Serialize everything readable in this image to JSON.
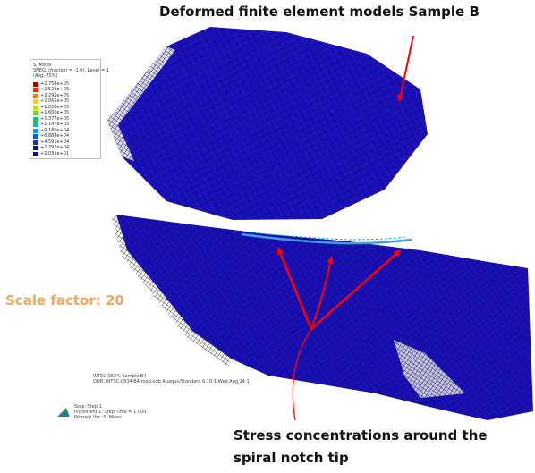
{
  "title": "Deformed finite element models Sample B",
  "scale_label": "Scale factor: 20",
  "stress_label_line1": "Stress concentrations around the",
  "stress_label_line2": "spiral notch tip",
  "legend": {
    "header": [
      "S, Mises",
      "SNEG, (fraction = -1.0), Layer = 1",
      "(Avg: 75%)"
    ],
    "rows": [
      {
        "label": "+2.754e+05",
        "color": "#b00000"
      },
      {
        "label": "+2.524e+05",
        "color": "#e03000"
      },
      {
        "label": "+2.295e+05",
        "color": "#ff8000"
      },
      {
        "label": "+2.065e+05",
        "color": "#ffd000"
      },
      {
        "label": "+1.836e+05",
        "color": "#c0e000"
      },
      {
        "label": "+1.606e+05",
        "color": "#60e020"
      },
      {
        "label": "+1.377e+05",
        "color": "#00d060"
      },
      {
        "label": "+1.147e+05",
        "color": "#00c0b0"
      },
      {
        "label": "+9.180e+04",
        "color": "#00a0e0"
      },
      {
        "label": "+6.884e+04",
        "color": "#0060e0"
      },
      {
        "label": "+4.591e+04",
        "color": "#1030d0"
      },
      {
        "label": "+2.297e+04",
        "color": "#1010b0"
      },
      {
        "label": "+2.035e+01",
        "color": "#0a0890"
      }
    ]
  },
  "info_line1": "WTSC-0834: Sample B4",
  "info_line2": "ODB: WTSC-0834-B4-mod.odb    Abaqus/Standard 6.10-1    Wed Aug 24 1",
  "step_line1": "Step: Step-1",
  "step_line2": "Increment      1: Step Time =    1.000",
  "step_line3": "Primary Var: S, Mises",
  "colors": {
    "mesh": "#1a10b8",
    "mesh_line": "#0a0660",
    "arrow": "#ff0000",
    "scale_text": "#f0a860"
  }
}
